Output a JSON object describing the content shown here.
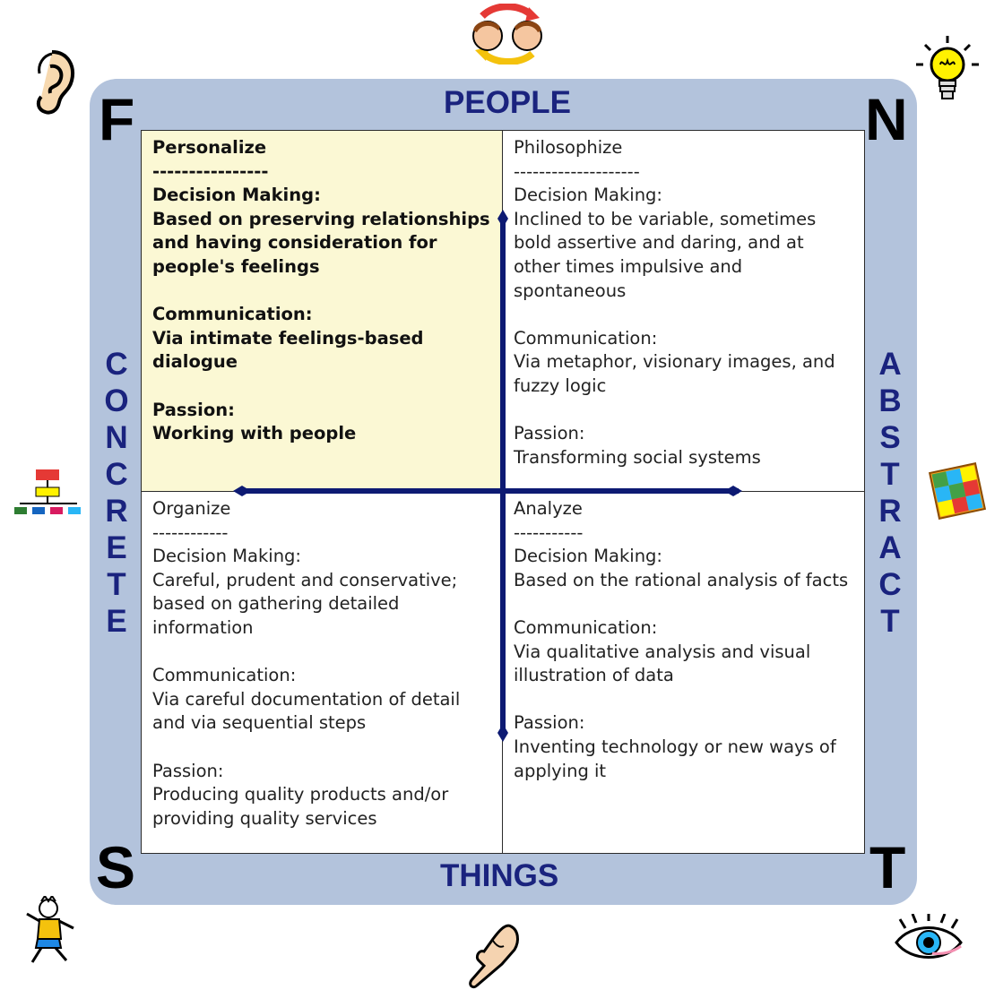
{
  "axes": {
    "top": "PEOPLE",
    "bottom": "THINGS",
    "left": [
      "C",
      "O",
      "N",
      "C",
      "R",
      "E",
      "T",
      "E"
    ],
    "right": [
      "A",
      "B",
      "S",
      "T",
      "R",
      "A",
      "C",
      "T"
    ]
  },
  "corners": {
    "top_left": "F",
    "top_right": "N",
    "bottom_left": "S",
    "bottom_right": "T"
  },
  "quadrants": {
    "top_left": {
      "title": "Personalize",
      "separator": "----------------",
      "decision_label": "Decision Making:",
      "decision_text": "Based on preserving relationships and having consideration for people's feelings",
      "communication_label": "Communication:",
      "communication_text": "Via intimate feelings-based dialogue",
      "passion_label": "Passion:",
      "passion_text": "Working with people"
    },
    "top_right": {
      "title": "Philosophize",
      "separator": "--------------------",
      "decision_label": "Decision Making:",
      "decision_text": "Inclined to be variable, sometimes bold assertive and daring, and at other times impulsive and spontaneous",
      "communication_label": "Communication:",
      "communication_text": "Via metaphor, visionary images, and fuzzy logic",
      "passion_label": "Passion:",
      "passion_text": "Transforming social systems"
    },
    "bottom_left": {
      "title": "Organize",
      "separator": "------------",
      "decision_label": "Decision Making:",
      "decision_text": "Careful, prudent and conservative; based on gathering detailed information",
      "communication_label": "Communication:",
      "communication_text": "Via careful documentation of detail and via sequential steps",
      "passion_label": "Passion:",
      "passion_text": "Producing quality products and/or providing quality services"
    },
    "bottom_right": {
      "title": "Analyze",
      "separator": "-----------",
      "decision_label": "Decision Making:",
      "decision_text": "Based on the rational analysis of facts",
      "communication_label": "Communication:",
      "communication_text": "Via qualitative analysis and visual illustration of data",
      "passion_label": "Passion:",
      "passion_text": "Inventing technology or new ways of applying it"
    }
  },
  "colors": {
    "frame": "#b3c3dc",
    "axis_text": "#1a237e",
    "arrow": "#0d1a73",
    "highlight_quadrant": "#fbf8d4"
  },
  "icons": [
    "ear-icon",
    "two-faces-exchange-icon",
    "lightbulb-icon",
    "org-chart-icon",
    "puzzle-icon",
    "dancing-person-icon",
    "pointing-hand-icon",
    "eye-icon"
  ]
}
